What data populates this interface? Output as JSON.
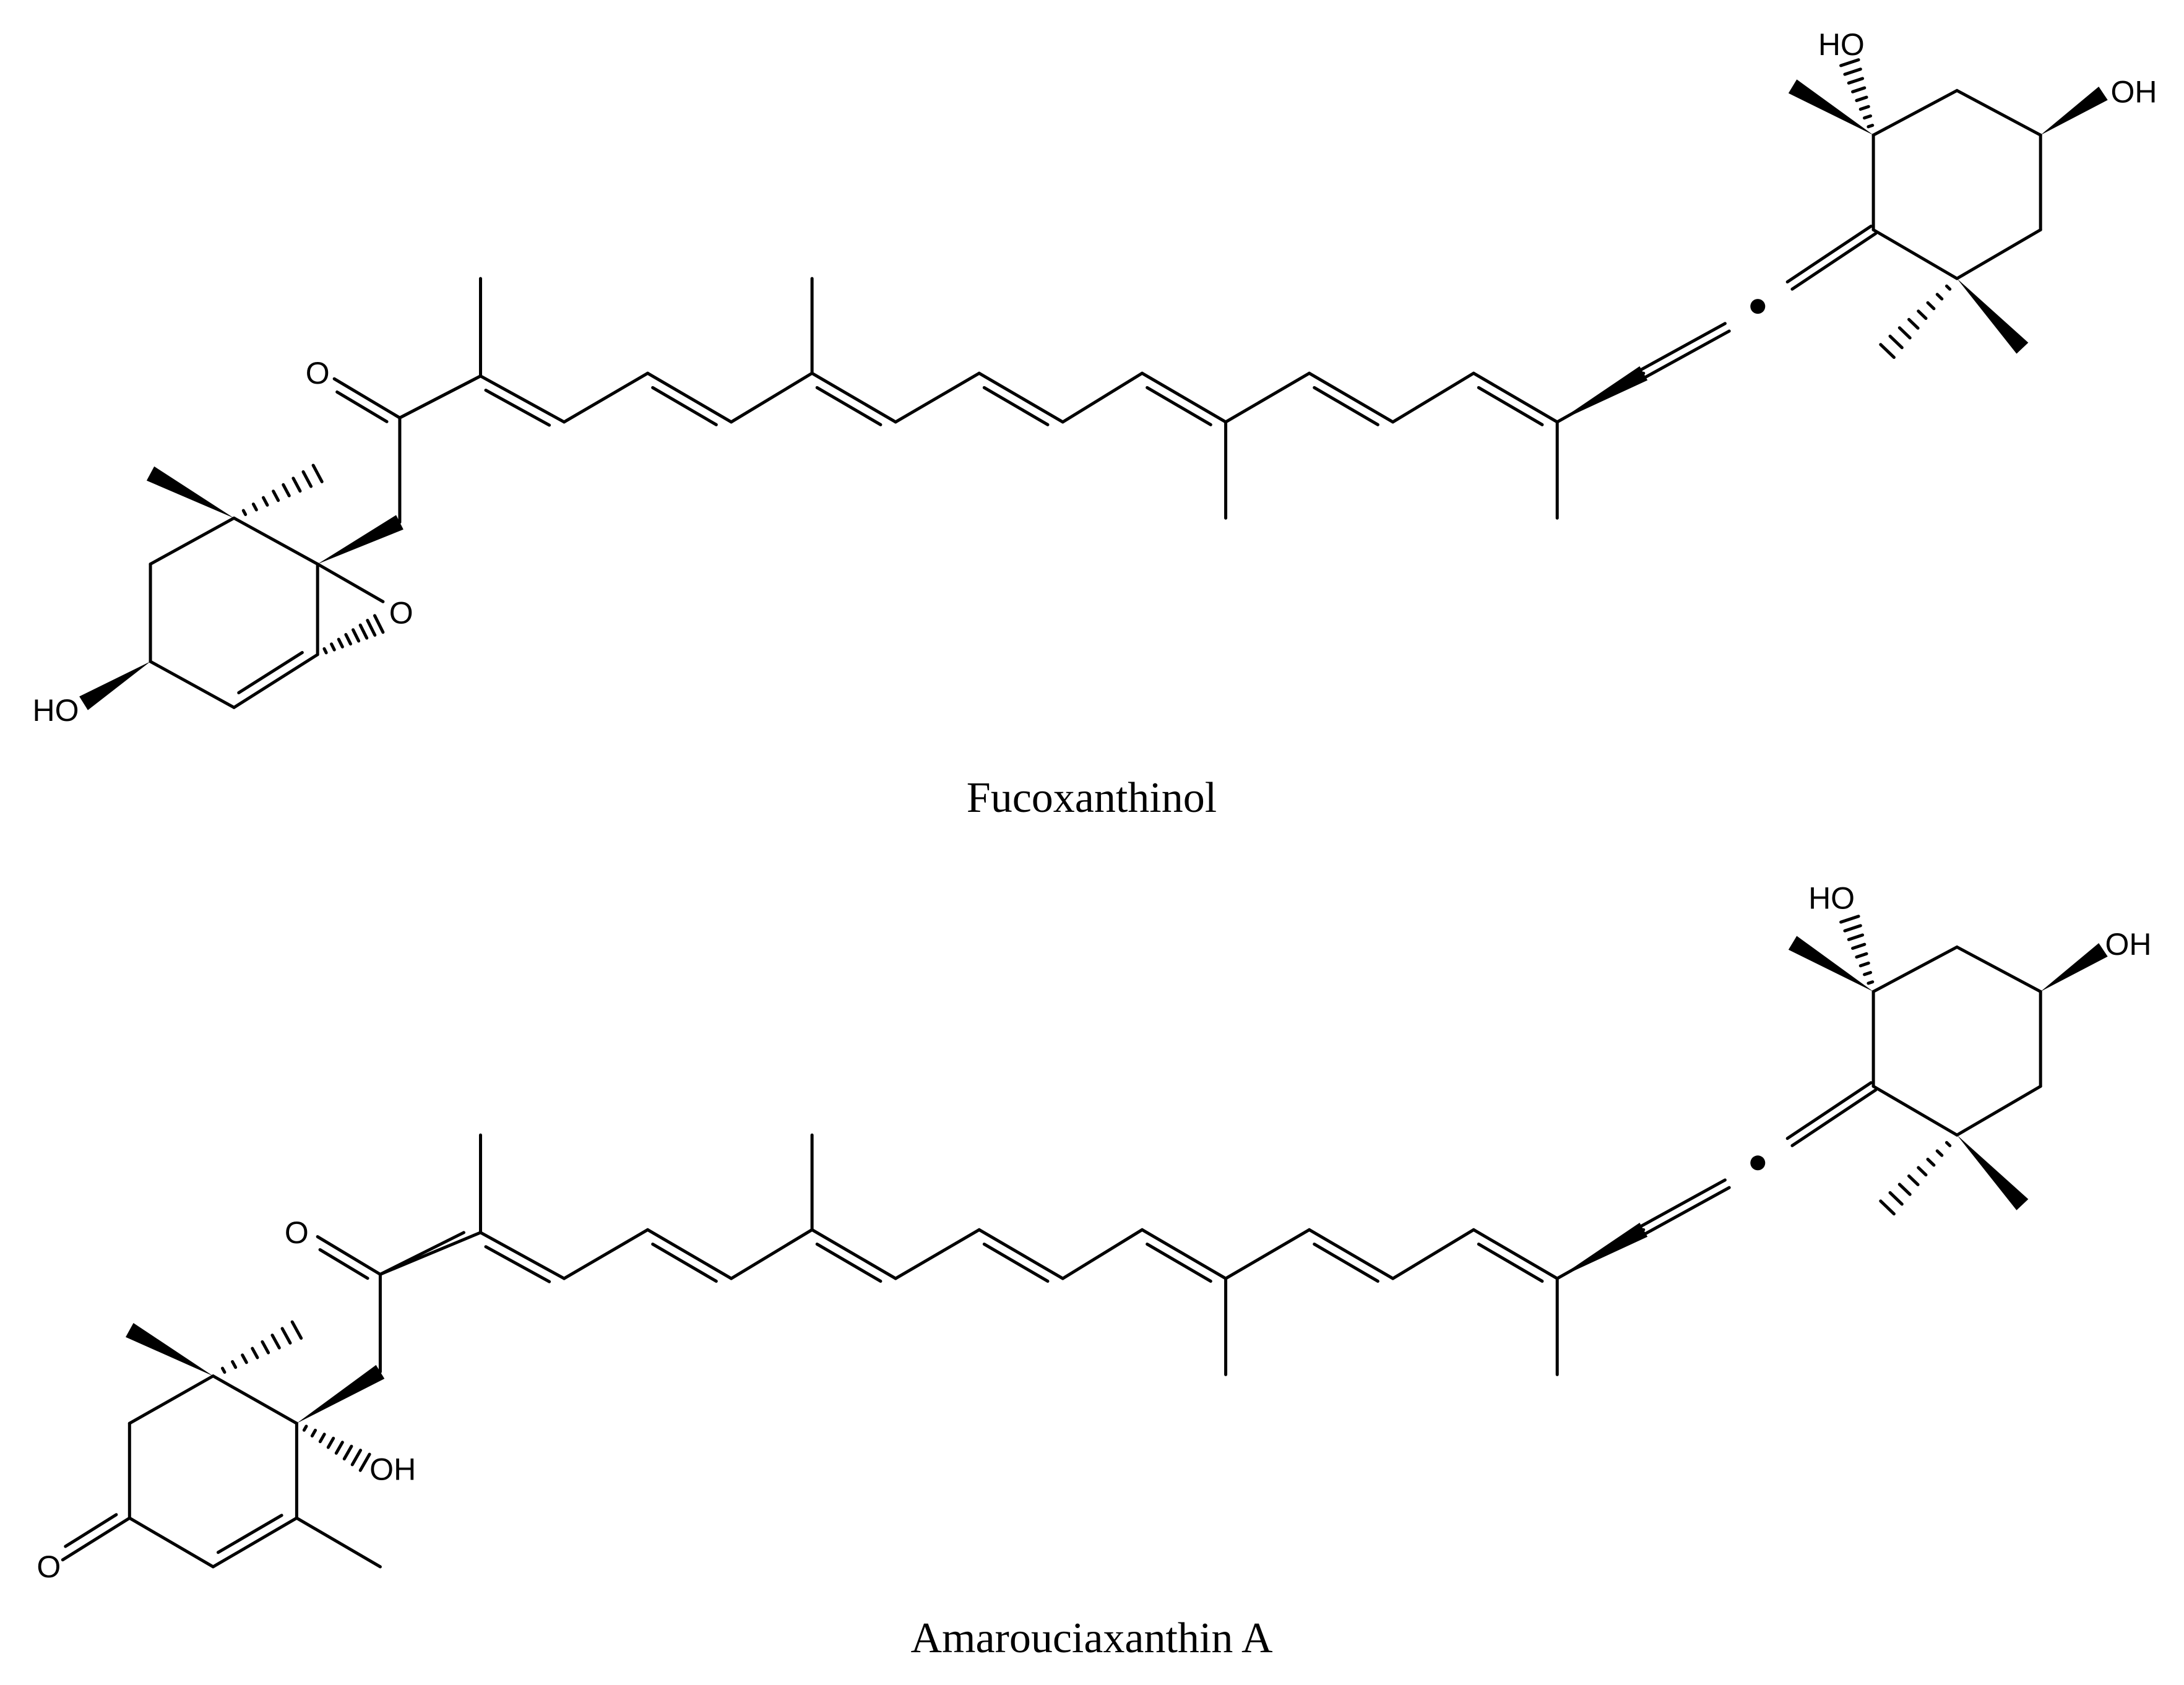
{
  "molecules": [
    {
      "name": "Fucoxanthinol",
      "labels": {
        "ketone_o": "O",
        "epoxide_o": "O",
        "ring_oh": "HO",
        "end_oh_top": "HO",
        "end_oh_right": "OH"
      }
    },
    {
      "name": "Amarouciaxanthin A",
      "labels": {
        "ketone_o": "O",
        "ring_o": "O",
        "ring_oh": "OH",
        "end_oh_top": "HO",
        "end_oh_right": "OH"
      }
    }
  ]
}
